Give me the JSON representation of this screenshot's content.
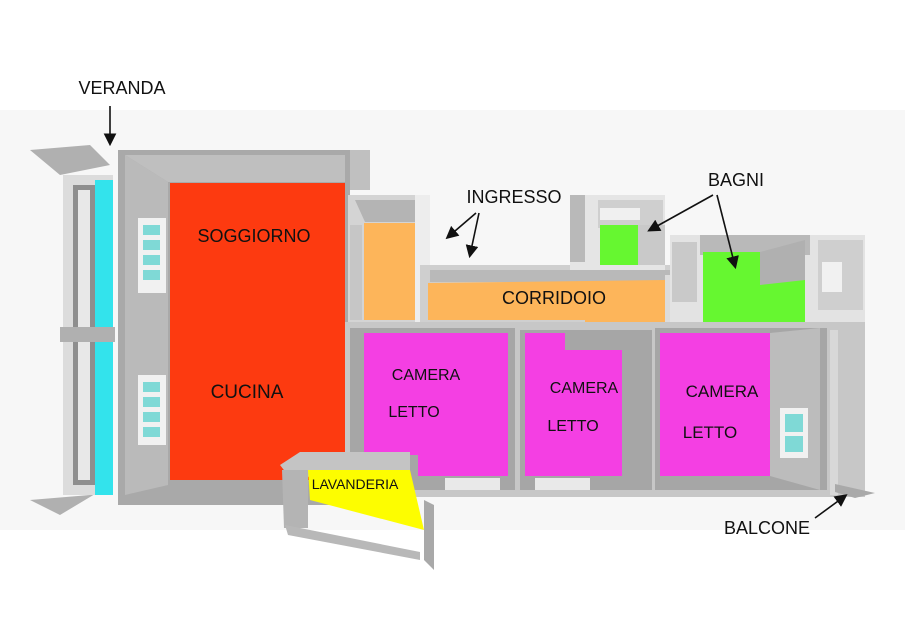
{
  "labels": {
    "veranda": "VERANDA",
    "ingresso": "INGRESSO",
    "bagni": "BAGNI",
    "soggiorno": "SOGGIORNO",
    "cucina": "CUCINA",
    "corridoio": "CORRIDOIO",
    "camera1_line1": "CAMERA",
    "camera1_line2": "LETTO",
    "camera2_line1": "CAMERA",
    "camera2_line2": "LETTO",
    "camera3_line1": "CAMERA",
    "camera3_line2": "LETTO",
    "lavanderia": "LAVANDERIA",
    "balcone": "BALCONE"
  },
  "colors": {
    "veranda": "#33e3ec",
    "living_kitchen": "#fd3a10",
    "ingresso_corridoio": "#fdb55a",
    "bagni": "#66f730",
    "camere": "#f43fe3",
    "lavanderia": "#fdfd00",
    "walls": "#a9a9a9",
    "floor_white": "#f4f4f4"
  }
}
